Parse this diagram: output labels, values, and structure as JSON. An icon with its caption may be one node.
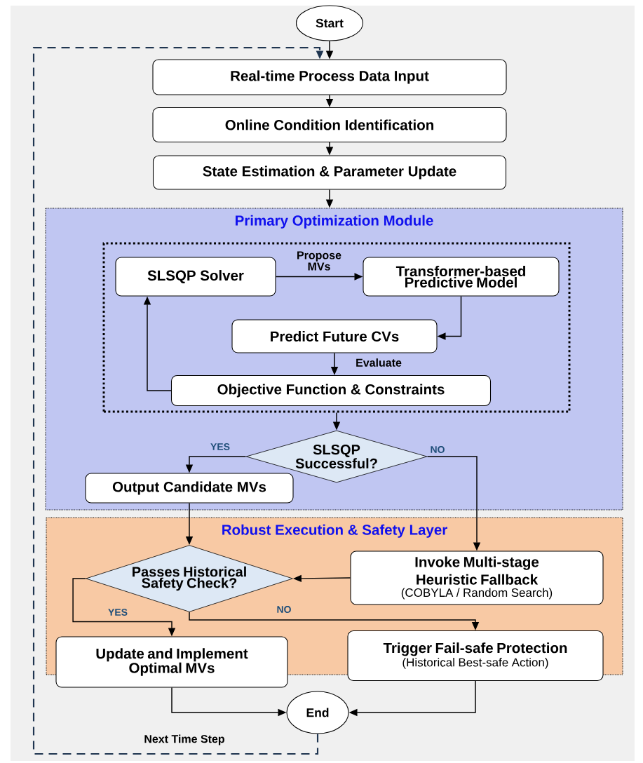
{
  "diagram": {
    "nodes": [
      {
        "text": [
          "Start"
        ]
      },
      {
        "text": [
          "Real-time Process Data Input"
        ]
      },
      {
        "text": [
          "Online Condition Identification"
        ]
      },
      {
        "text": [
          "State Estimation & Parameter Update"
        ]
      },
      {
        "text": [
          "Primary Optimization Module"
        ]
      },
      {
        "text": [],
        "shape": "box",
        "in": 4
      },
      {
        "text": [
          "SLSQP Solver"
        ],
        "in": 5
      },
      {
        "text": [
          "Transformer-based Predictive Model"
        ],
        "in": 5
      },
      {
        "text": [
          "Predict Future CVs"
        ],
        "in": 5
      },
      {
        "text": [
          "Objective Function & Constraints"
        ],
        "in": 5
      },
      {
        "text": [
          "SLSQP Successful?"
        ],
        "in": 4
      },
      {
        "text": [
          "Output Candidate MVs"
        ],
        "in": 4
      },
      {
        "text": [
          "Robust Execution & Safety Layer"
        ]
      },
      {
        "text": [
          "Passes Historical Safety Check?"
        ],
        "in": 12
      },
      {
        "text": [
          "Invoke Multi-stage Heuristic Fallback",
          "(COBYLA / Random Search)"
        ],
        "in": 12
      },
      {
        "text": [
          "Update and Implement Optimal MVs"
        ]
      },
      {
        "text": [
          "Trigger Fail-safe Protection",
          "(Historical Best-safe Action)"
        ]
      },
      {
        "text": [
          "End"
        ]
      }
    ],
    "edges": [
      {
        "from": 0,
        "to": 1,
        "arrow": "to"
      },
      {
        "from": 1,
        "to": 2,
        "arrow": "to"
      },
      {
        "from": 2,
        "to": 3,
        "arrow": "to"
      },
      {
        "from": 3,
        "to": 4,
        "arrow": "to"
      },
      {
        "from": 6,
        "to": 7,
        "arrow": "to",
        "label": "Propose MVs"
      },
      {
        "from": 7,
        "to": 8,
        "arrow": "to"
      },
      {
        "from": 8,
        "to": 9,
        "arrow": "to",
        "label": "Evaluate"
      },
      {
        "from": 9,
        "to": 6,
        "arrow": "to"
      },
      {
        "from": 5,
        "to": 10,
        "arrow": "to"
      },
      {
        "from": 10,
        "to": 11,
        "arrow": "to",
        "label": "YES"
      },
      {
        "from": 10,
        "to": 14,
        "arrow": "to",
        "label": "NO"
      },
      {
        "from": 11,
        "to": 13,
        "arrow": "to"
      },
      {
        "from": 14,
        "to": 13,
        "arrow": "to"
      },
      {
        "from": 13,
        "to": 15,
        "arrow": "to",
        "label": "YES"
      },
      {
        "from": 13,
        "to": 16,
        "arrow": "to",
        "label": "NO"
      },
      {
        "from": 15,
        "to": 17,
        "arrow": "to"
      },
      {
        "from": 16,
        "to": 17,
        "arrow": "to"
      },
      {
        "from": 17,
        "to": 1,
        "arrow": "to",
        "label": "Next Time Step",
        "style": "dashed",
        "color": "#1f3550"
      }
    ]
  }
}
